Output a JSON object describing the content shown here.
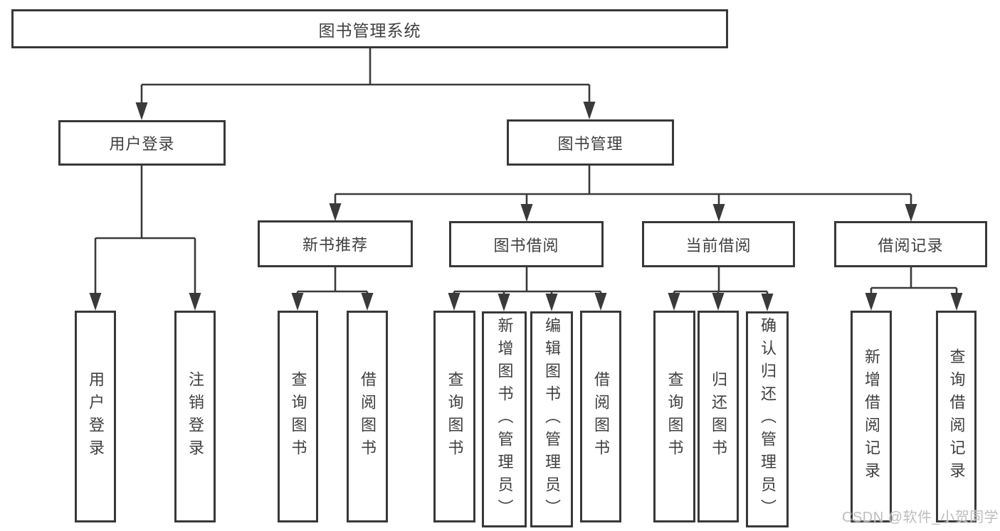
{
  "title": "图书管理系统",
  "tree": {
    "label": "图书管理系统",
    "children": [
      {
        "label": "用户登录",
        "children": [
          {
            "label": "用户登录"
          },
          {
            "label": "注销登录"
          }
        ]
      },
      {
        "label": "图书管理",
        "children": [
          {
            "label": "新书推荐",
            "children": [
              {
                "label": "查询图书"
              },
              {
                "label": "借阅图书"
              }
            ]
          },
          {
            "label": "图书借阅",
            "children": [
              {
                "label": "查询图书"
              },
              {
                "label": "新增图书（管理员）"
              },
              {
                "label": "编辑图书（管理员）"
              },
              {
                "label": "借阅图书"
              }
            ]
          },
          {
            "label": "当前借阅",
            "children": [
              {
                "label": "查询图书"
              },
              {
                "label": "归还图书"
              },
              {
                "label": "确认归还（管理员）"
              }
            ]
          },
          {
            "label": "借阅记录",
            "children": [
              {
                "label": "新增借阅记录"
              },
              {
                "label": "查询借阅记录"
              }
            ]
          }
        ]
      }
    ]
  },
  "watermark": "CSDN @软件_小贺同学",
  "colors": {
    "line": "#3a3a3a",
    "box_border": "#383838",
    "text": "#3f3f3f",
    "watermark": "#bdbdbd",
    "background": "#ffffff"
  }
}
